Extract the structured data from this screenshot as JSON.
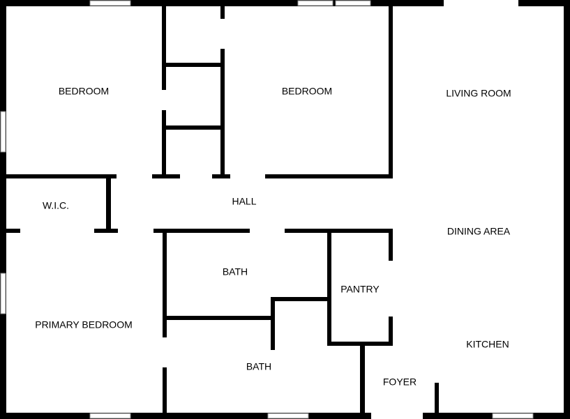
{
  "rooms": {
    "bedroom_left": "BEDROOM",
    "bedroom_middle": "BEDROOM",
    "living_room": "LIVING ROOM",
    "wic": "W.I.C.",
    "hall": "HALL",
    "dining_area": "DINING AREA",
    "bath_upper": "BATH",
    "pantry": "PANTRY",
    "primary_bedroom": "PRIMARY BEDROOM",
    "kitchen": "KITCHEN",
    "bath_lower": "BATH",
    "foyer": "FOYER"
  },
  "colors": {
    "wall": "#000000",
    "background": "#ffffff",
    "window_frame": "#8a8a8a"
  }
}
